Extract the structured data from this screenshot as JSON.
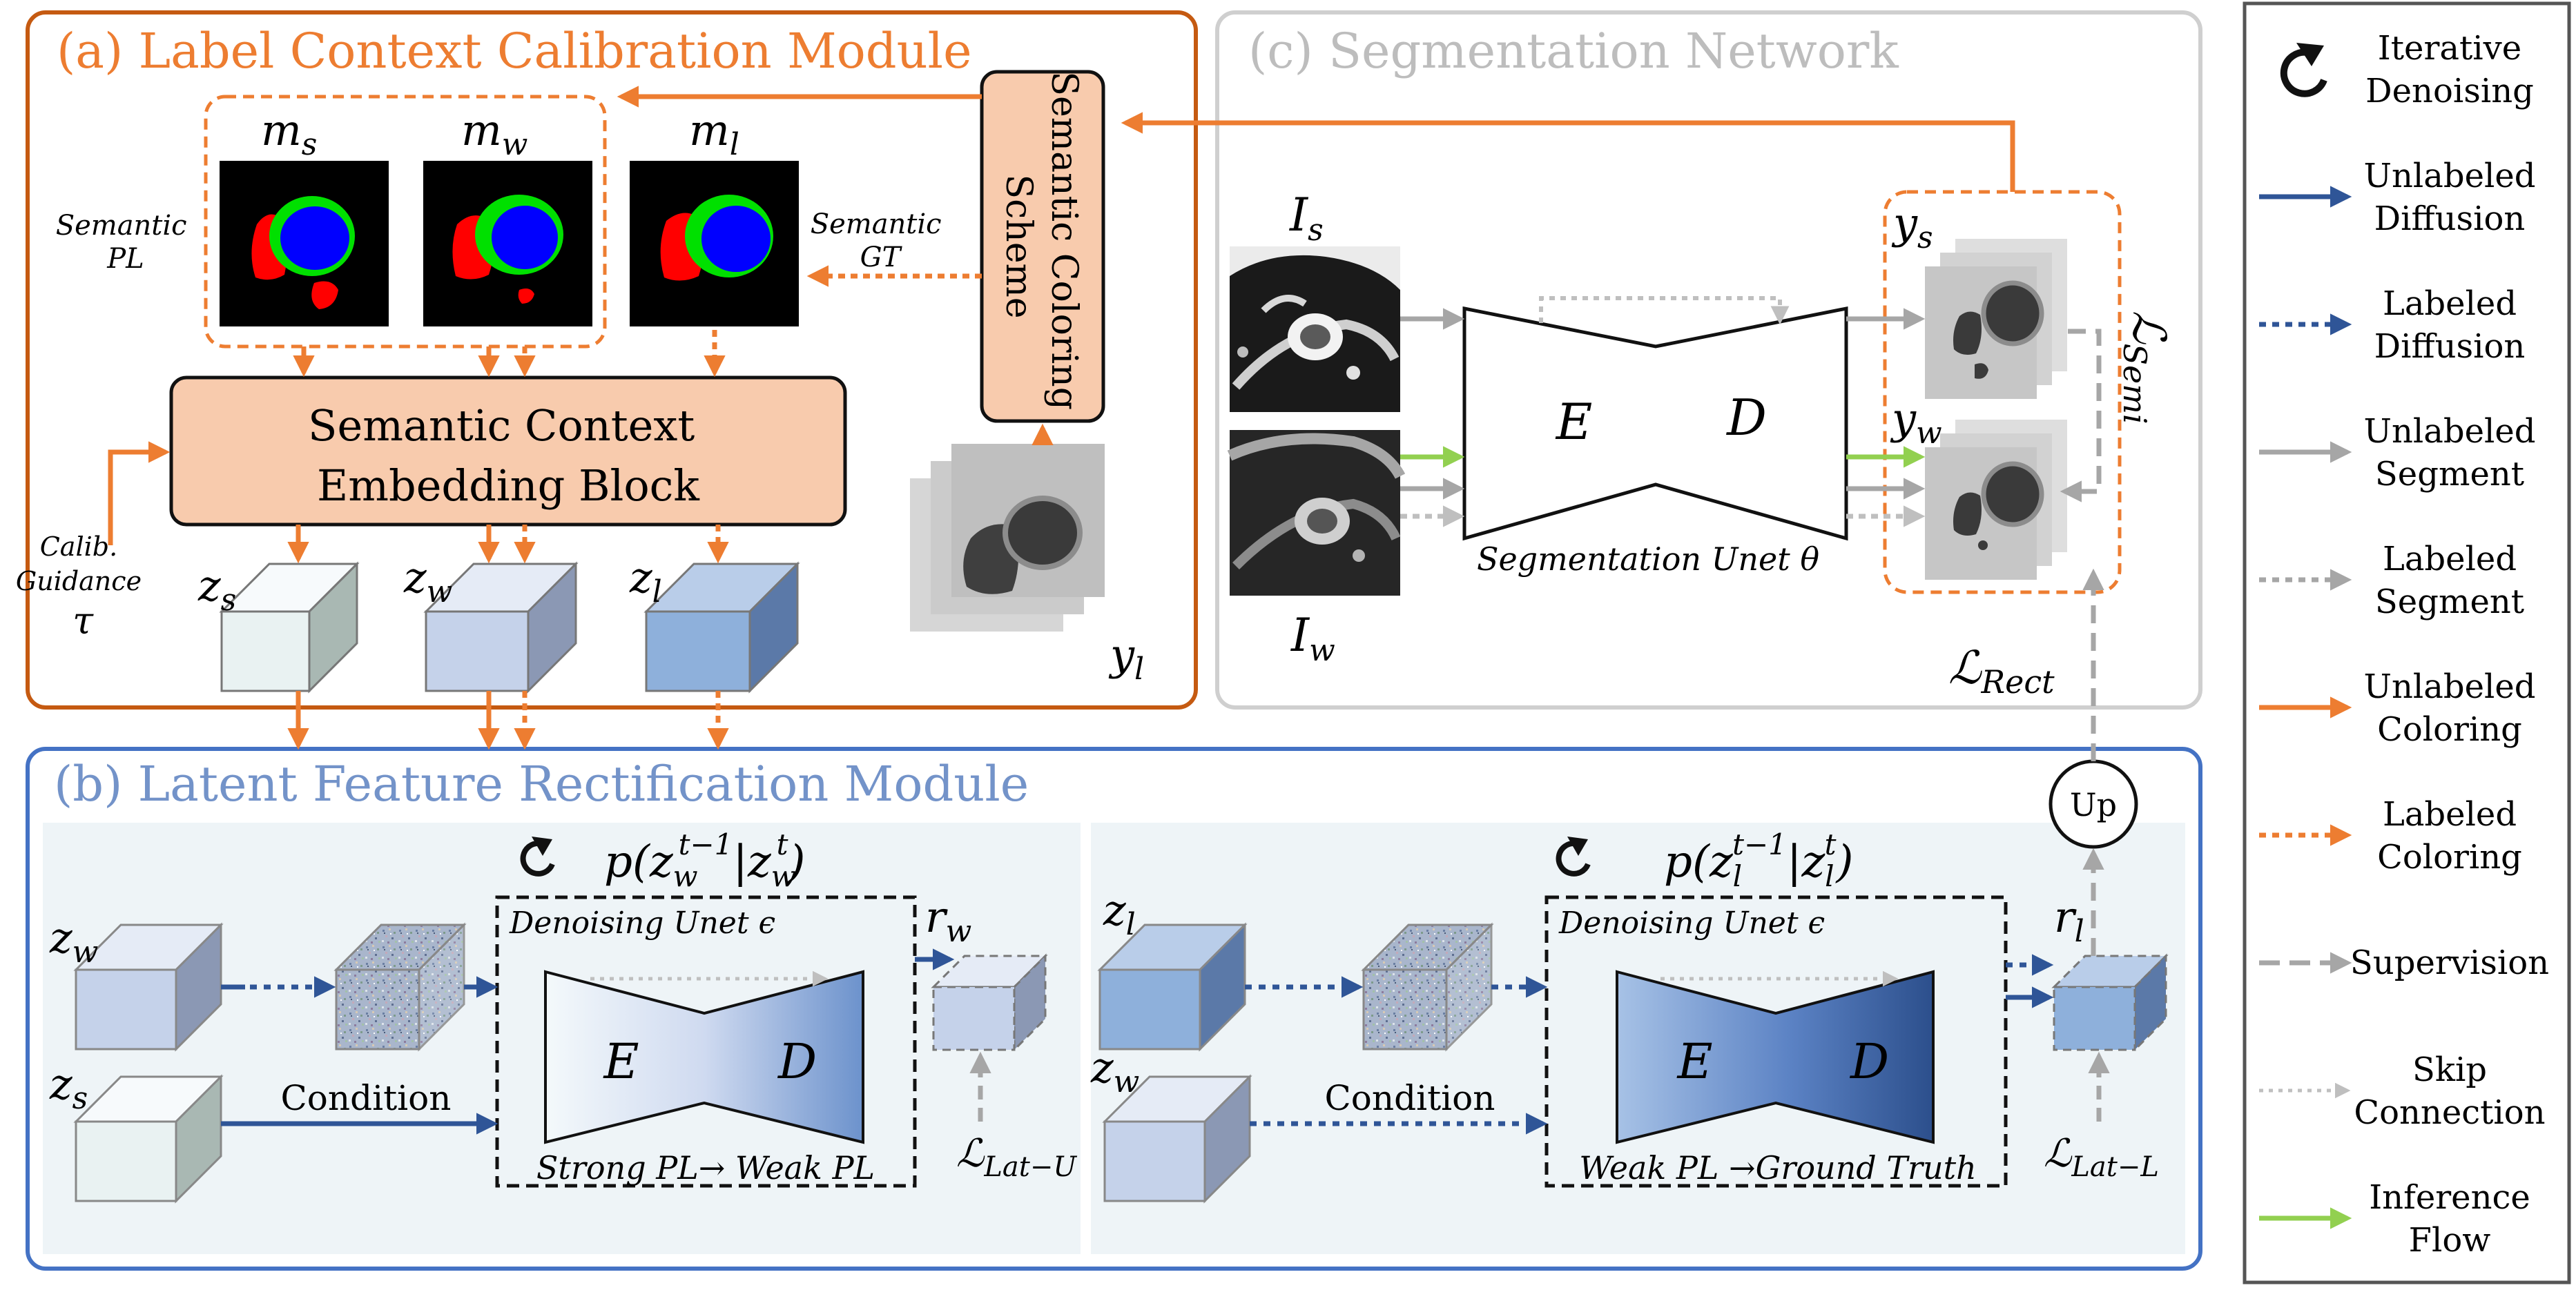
{
  "panel_a": {
    "title": "(a) Label Context Calibration Module",
    "mask_labels": [
      "m",
      "s",
      "m",
      "w",
      "m",
      "l"
    ],
    "semantic_pl": [
      "Semantic",
      "PL"
    ],
    "semantic_gt": [
      "Semantic",
      "GT"
    ],
    "coloring_scheme": [
      "Semantic Coloring",
      "Scheme"
    ],
    "embedding_block": [
      "Semantic Context",
      "Embedding Block"
    ],
    "calib_guidance": [
      "Calib.",
      "Guidance",
      "τ"
    ],
    "z_labels": [
      "z",
      "s",
      "z",
      "w",
      "z",
      "l"
    ],
    "y_l": [
      "y",
      "l"
    ]
  },
  "panel_c": {
    "title": "(c) Segmentation Network",
    "i_s": [
      "I",
      "s"
    ],
    "i_w": [
      "I",
      "w"
    ],
    "encoder": "E",
    "decoder": "D",
    "unet_caption": "Segmentation Unet θ",
    "y_s": [
      "y",
      "s"
    ],
    "y_w": [
      "y",
      "w"
    ],
    "l_semi": [
      "ℒ",
      "Semi"
    ],
    "l_rect": [
      "ℒ",
      "Rect"
    ]
  },
  "panel_b": {
    "title": "(b) Latent Feature Rectification Module",
    "left": {
      "z_w": [
        "z",
        "w"
      ],
      "z_s": [
        "z",
        "s"
      ],
      "prob": [
        "p(z",
        "w",
        "t−1",
        "|z",
        "w",
        "t",
        ")"
      ],
      "denoise": "Denoising Unet ϵ",
      "encoder": "E",
      "decoder": "D",
      "caption": "Strong PL→ Weak PL",
      "condition": "Condition",
      "r": [
        "r",
        "w"
      ],
      "loss": [
        "ℒ",
        "Lat−U"
      ]
    },
    "right": {
      "z_l": [
        "z",
        "l"
      ],
      "z_w": [
        "z",
        "w"
      ],
      "prob": [
        "p(z",
        "l",
        "t−1",
        "|z",
        "l",
        "t",
        ")"
      ],
      "denoise": "Denoising Unet ϵ",
      "encoder": "E",
      "decoder": "D",
      "caption": "Weak PL →Ground Truth",
      "condition": "Condition",
      "r": [
        "r",
        "l"
      ],
      "loss": [
        "ℒ",
        "Lat−L"
      ]
    },
    "up": "Up"
  },
  "legend": {
    "items": [
      {
        "label": [
          "Iterative",
          "Denoising"
        ],
        "style": "refresh"
      },
      {
        "label": [
          "Unlabeled",
          "Diffusion"
        ],
        "style": "solid",
        "color": "#2f5597"
      },
      {
        "label": [
          "Labeled",
          "Diffusion"
        ],
        "style": "dotted",
        "color": "#2f5597"
      },
      {
        "label": [
          "Unlabeled",
          "Segment"
        ],
        "style": "solid",
        "color": "#a6a6a6"
      },
      {
        "label": [
          "Labeled",
          "Segment"
        ],
        "style": "dotted",
        "color": "#a6a6a6"
      },
      {
        "label": [
          "Unlabeled",
          "Coloring"
        ],
        "style": "solid",
        "color": "#ed7d31"
      },
      {
        "label": [
          "Labeled",
          "Coloring"
        ],
        "style": "dotted",
        "color": "#ed7d31"
      },
      {
        "label": [
          "Supervision"
        ],
        "style": "dashed",
        "color": "#a6a6a6"
      },
      {
        "label": [
          "Skip",
          "Connection"
        ],
        "style": "skip",
        "color": "#bfbfbf"
      },
      {
        "label": [
          "Inference",
          "Flow"
        ],
        "style": "solid",
        "color": "#92d050"
      }
    ]
  },
  "colors": {
    "orange": "#ed7d31",
    "blue": "#2f5597",
    "title_blue": "#7393c9",
    "gray": "#a6a6a6",
    "green": "#92d050",
    "block_fill": "#f8cbad"
  }
}
